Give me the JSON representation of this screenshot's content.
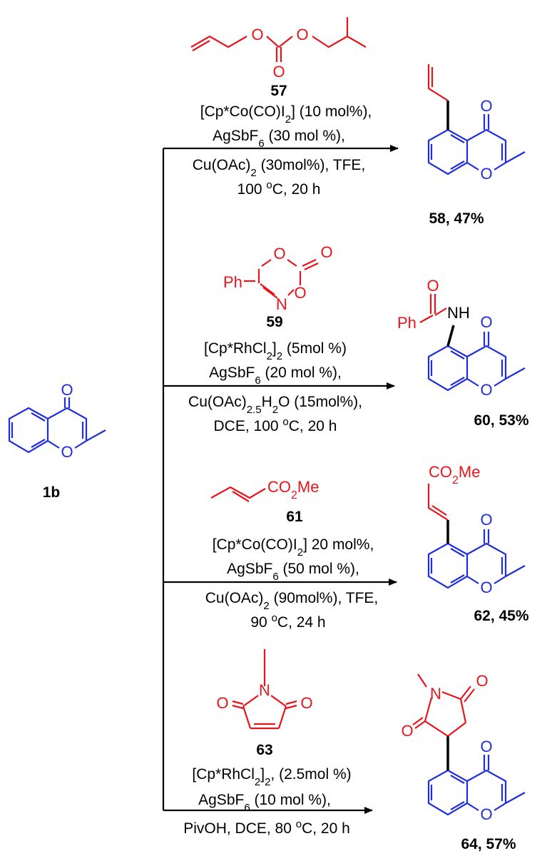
{
  "colors": {
    "scaffold": "#1f2de0",
    "reagent": "#e8141b",
    "ink": "#000000"
  },
  "start": {
    "label": "1b",
    "atom_O_carbonyl": "O",
    "atom_O_ring": "O"
  },
  "reactions": [
    {
      "reagent_label": "57",
      "reagent_atoms": [
        "O",
        "O",
        "O"
      ],
      "conditions": [
        "[Cp*Co(CO)I",
        "2",
        "] (10 mol%),",
        "AgSbF",
        "6",
        " (30 mol %),",
        "Cu(OAc)",
        "2",
        " (30mol%),  TFE,",
        "100 ",
        "o",
        "C, 20 h"
      ],
      "product_label": "58, 47%"
    },
    {
      "reagent_label": "59",
      "reagent_atoms": [
        "O",
        "O",
        "O",
        "N",
        "Ph"
      ],
      "conditions": [
        "[Cp*RhCl",
        "2",
        "]",
        "2",
        " (5mol %)",
        "AgSbF",
        "6",
        " (20 mol %),",
        "Cu(OAc)",
        "2.5",
        "H",
        "2",
        "O (15mol%),",
        "DCE, 100 ",
        "o",
        "C, 20 h"
      ],
      "product_atoms": [
        "O",
        "Ph",
        "NH"
      ],
      "product_label": "60, 53%"
    },
    {
      "reagent_label": "61",
      "reagent_atoms": [
        "CO",
        "2",
        "Me"
      ],
      "conditions": [
        "[Cp*Co(CO)I",
        "2",
        "] 20 mol%,",
        "AgSbF",
        "6",
        " (50 mol %),",
        "Cu(OAc)",
        "2",
        " (90mol%),  TFE,",
        "90 ",
        "o",
        "C, 24 h"
      ],
      "product_label": "62, 45%"
    },
    {
      "reagent_label": "63",
      "reagent_atoms": [
        "O",
        "N",
        "O"
      ],
      "conditions": [
        "[Cp*RhCl",
        "2",
        "]",
        "2",
        ", (2.5mol %)",
        "AgSbF",
        "6",
        " (10 mol %),",
        "PivOH, DCE, 80 ",
        "o",
        "C, 20 h"
      ],
      "product_atoms": [
        "N",
        "O",
        "O"
      ],
      "product_label": "64, 57%"
    }
  ]
}
